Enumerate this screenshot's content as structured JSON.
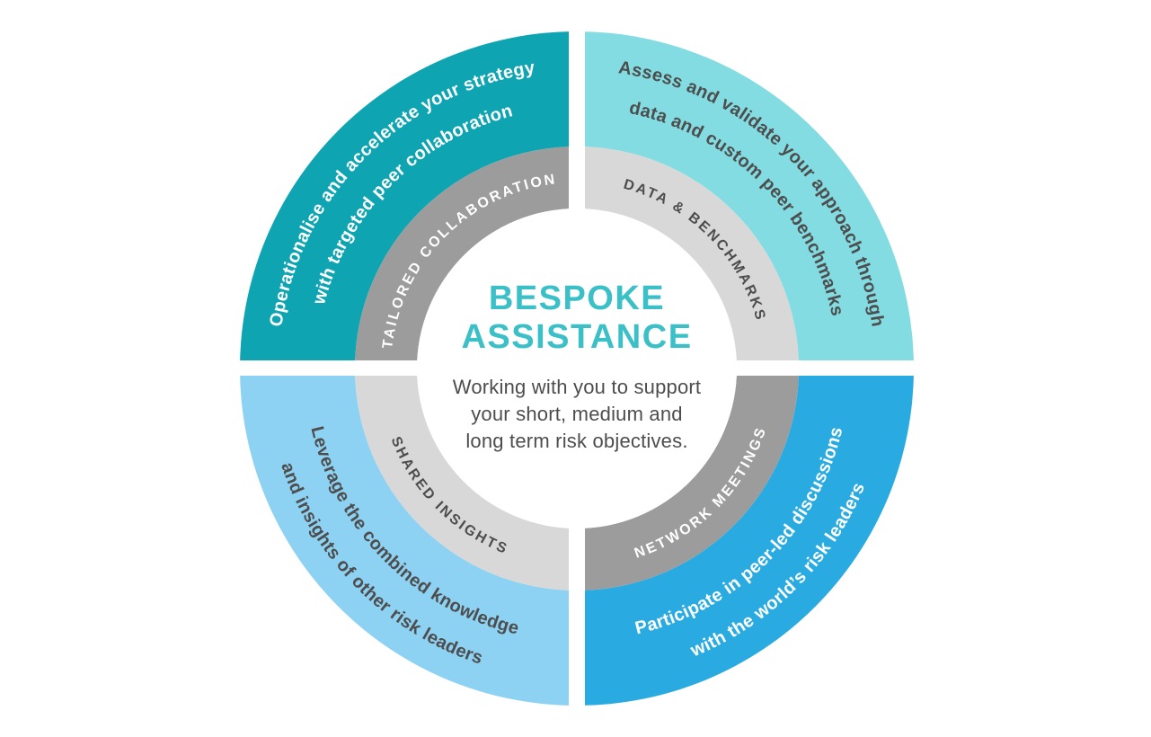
{
  "diagram": {
    "background_color": "#ffffff",
    "center": {
      "title_line1": "BESPOKE",
      "title_line2": "ASSISTANCE",
      "title_color": "#3cc0c8",
      "subtitle_line1": "Working with you to support",
      "subtitle_line2": "your short, medium and",
      "subtitle_line3": "long term risk objectives.",
      "subtitle_color": "#4d4d4d"
    },
    "quadrants": [
      {
        "name": "tailored-collaboration",
        "position": "top-left",
        "label": "TAILORED COLLABORATION",
        "description_line1": "Operationalise and accelerate your strategy",
        "description_line2": "with targeted peer collaboration",
        "ring_color": "#0ea4b2",
        "label_ring_color": "#9c9c9c",
        "description_text_color": "#ffffff",
        "label_text_color": "#ffffff"
      },
      {
        "name": "data-and-benchmarks",
        "position": "top-right",
        "label": "DATA & BENCHMARKS",
        "description_line1": "Assess and validate your approach through",
        "description_line2": "data and custom peer benchmarks",
        "ring_color": "#82dce2",
        "label_ring_color": "#d8d8d8",
        "description_text_color": "#4d4d4d",
        "label_text_color": "#4d4d4d"
      },
      {
        "name": "shared-insights",
        "position": "bottom-left",
        "label": "SHARED INSIGHTS",
        "description_line1": "Leverage the combined knowledge",
        "description_line2": "and insights of other risk leaders",
        "ring_color": "#8dd1f3",
        "label_ring_color": "#d8d8d8",
        "description_text_color": "#4d4d4d",
        "label_text_color": "#4d4d4d"
      },
      {
        "name": "network-meetings",
        "position": "bottom-right",
        "label": "NETWORK MEETINGS",
        "description_line1": "Participate in peer-led discussions",
        "description_line2": "with the world’s risk leaders",
        "ring_color": "#29abe2",
        "label_ring_color": "#9c9c9c",
        "description_text_color": "#ffffff",
        "label_text_color": "#ffffff"
      }
    ]
  }
}
